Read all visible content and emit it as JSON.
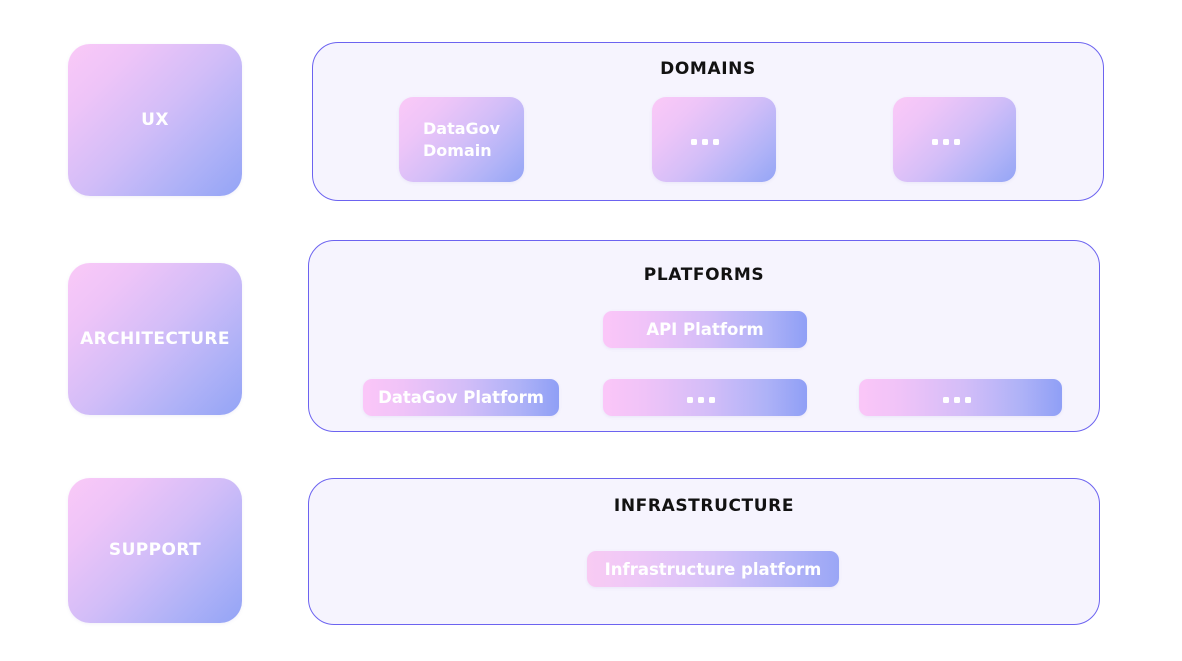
{
  "pillars": [
    {
      "id": "ux",
      "label": "UX"
    },
    {
      "id": "architecture",
      "label": "ARCHITECTURE"
    },
    {
      "id": "support",
      "label": "SUPPORT"
    }
  ],
  "layers": {
    "domains": {
      "title": "DOMAINS",
      "cards": [
        {
          "label": "DataGov Domain",
          "placeholder": false
        },
        {
          "label": "",
          "placeholder": true,
          "glyph": "ellipsis-icon"
        },
        {
          "label": "",
          "placeholder": true,
          "glyph": "ellipsis-icon"
        }
      ]
    },
    "platforms": {
      "title": "PLATFORMS",
      "pills": [
        {
          "label": "API Platform",
          "placeholder": false
        },
        {
          "label": "DataGov Platform",
          "placeholder": false
        },
        {
          "label": "",
          "placeholder": true,
          "glyph": "ellipsis-icon"
        },
        {
          "label": "",
          "placeholder": true,
          "glyph": "ellipsis-icon"
        }
      ]
    },
    "infrastructure": {
      "title": "INFRASTRUCTURE",
      "pills": [
        {
          "label": "Infrastructure platform",
          "placeholder": false
        }
      ]
    }
  },
  "colors": {
    "gradient_start": "#fac9f7",
    "gradient_end": "#93a4f6",
    "panel_background": "#f6f4fe",
    "panel_border": "#6c63f0",
    "title_text": "#121212",
    "card_text": "#ffffff",
    "page_background": "#ffffff"
  }
}
